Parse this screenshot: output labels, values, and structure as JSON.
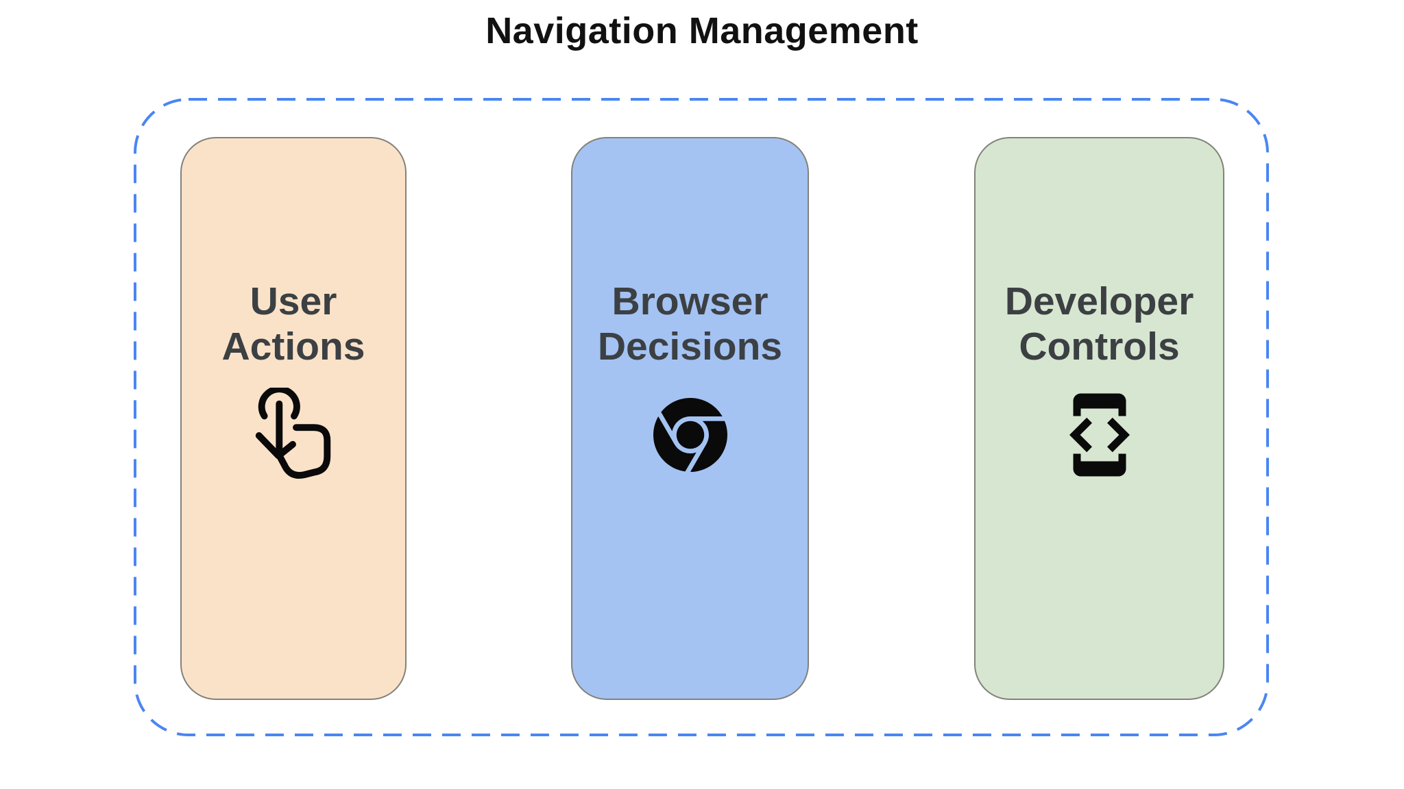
{
  "title": "Navigation Management",
  "boundary": {
    "style": "dashed",
    "border_color": "#4a86f2"
  },
  "cards": [
    {
      "id": "user-actions",
      "label": "User Actions",
      "lines": [
        "User",
        "Actions"
      ],
      "bg": "#fae2c9",
      "icon": "swipe-down-gesture-icon"
    },
    {
      "id": "browser-decisions",
      "label": "Browser Decisions",
      "lines": [
        "Browser",
        "Decisions"
      ],
      "bg": "#a4c3f3",
      "icon": "chrome-browser-icon"
    },
    {
      "id": "developer-controls",
      "label": "Developer Controls",
      "lines": [
        "Developer",
        "Controls"
      ],
      "bg": "#d7e6d1",
      "icon": "developer-mode-icon"
    }
  ],
  "colors": {
    "title_text": "#111111",
    "label_text": "#3c4043",
    "icon": "#0a0a0a",
    "card_border": "#82827a",
    "dashed_border": "#4a86f2"
  }
}
